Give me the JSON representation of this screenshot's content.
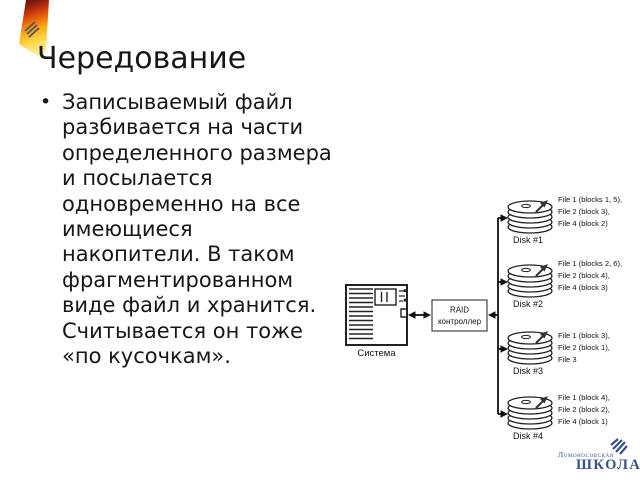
{
  "slide": {
    "title": "Чередование",
    "bullet_marker": "•",
    "bullet_lines": [
      "Записываемый файл",
      "разбивается на части",
      "определенного размера",
      "и посылается",
      "одновременно на все",
      "имеющиеся",
      "накопители. В таком",
      "фрагментированном",
      "виде файл и хранится.",
      "Считывается он тоже",
      "«по кусочкам»."
    ]
  },
  "diagram": {
    "system_label": "Система",
    "controller_line1": "RAID",
    "controller_line2": "контроллер",
    "disks": [
      {
        "name": "Disk #1",
        "files": [
          "File 1 (blocks 1, 5),",
          "File 2 (block 3),",
          "File 4 (block 2)"
        ]
      },
      {
        "name": "Disk #2",
        "files": [
          "File 1 (blocks 2, 6),",
          "File 2 (block 4),",
          "File 4 (block 3)"
        ]
      },
      {
        "name": "Disk #3",
        "files": [
          "File 1 (block 3),",
          "File 2 (block 1),",
          "File 3"
        ]
      },
      {
        "name": "Disk #4",
        "files": [
          "File 1 (block 4),",
          "File 2 (block 2),",
          "File 4 (block 1)"
        ]
      }
    ]
  },
  "branding": {
    "school_name_top": "Ломоносовская",
    "school_name_bottom": "ШКОЛА",
    "colors": {
      "school_blue": "#35508e",
      "ribbon_dark_red": "#5f100c",
      "ribbon_orange": "#e85c0e",
      "ribbon_gold": "#ffd94f",
      "text_black": "#171717"
    }
  }
}
